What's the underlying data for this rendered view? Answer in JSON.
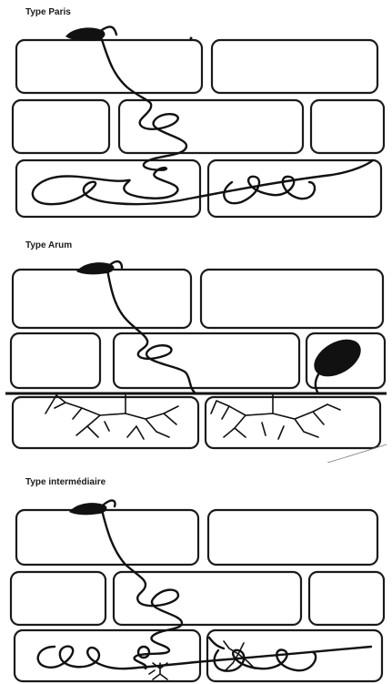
{
  "panels": [
    {
      "title": "Type Paris"
    },
    {
      "title": "Type Arum"
    },
    {
      "title": "Type intermédiaire"
    }
  ]
}
